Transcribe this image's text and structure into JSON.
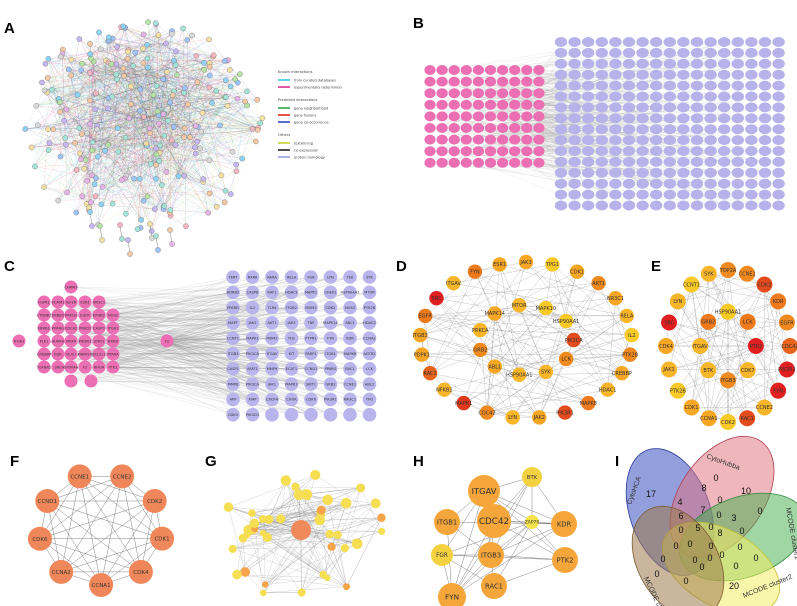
{
  "panels": {
    "A": {
      "label": "A"
    },
    "B": {
      "label": "B"
    },
    "C": {
      "label": "C"
    },
    "D": {
      "label": "D"
    },
    "E": {
      "label": "E"
    },
    "F": {
      "label": "F"
    },
    "G": {
      "label": "G"
    },
    "H": {
      "label": "H"
    },
    "I": {
      "label": "I"
    }
  },
  "legend": {
    "groups": [
      {
        "title": "Known interactions",
        "items": [
          {
            "label": "from curated databases",
            "color": "#35c9d6"
          },
          {
            "label": "experimentally determined",
            "color": "#d6338d"
          }
        ]
      },
      {
        "title": "Predicted interactions",
        "items": [
          {
            "label": "gene neighborhood",
            "color": "#2ba54a"
          },
          {
            "label": "gene fusions",
            "color": "#e02a24"
          },
          {
            "label": "gene co-occurrence",
            "color": "#3048c8"
          }
        ]
      },
      {
        "title": "Others",
        "items": [
          {
            "label": "textmining",
            "color": "#c8d23a"
          },
          {
            "label": "co-expression",
            "color": "#222222"
          },
          {
            "label": "protein homology",
            "color": "#9aa0e0"
          }
        ]
      }
    ]
  },
  "panelC": {
    "pink_nodes": [
      "CHRM3",
      "FGFR1",
      "VCAM1",
      "IGF1R",
      "ESR1",
      "NR3C1",
      "CTNNB1",
      "ERBB2",
      "PRKCB",
      "EGFR",
      "EPHB2",
      "NOS2",
      "NFKB1",
      "PPARG",
      "CDC42",
      "PRKCE",
      "CASP3",
      "ITGA1",
      "PLK1",
      "AURKA",
      "NOX4",
      "PIK3R1",
      "STAT1",
      "RXRB",
      "CREBBP",
      "KDR",
      "PLAU",
      "MAPK14",
      "BCL2L1",
      "PPARA",
      "TGFBR1",
      "SRC",
      "HSP90AA1",
      "F2",
      "RHOA",
      "PTK2"
    ],
    "blue_nodes": [
      "TERT",
      "RXRA",
      "RARA",
      "RELA",
      "FGR",
      "LYN",
      "TEK",
      "SYK",
      "ADRB2",
      "CASP8",
      "RAF1",
      "HDAC1",
      "MAPK1",
      "CHEK1",
      "HSP90AA1",
      "MTOR",
      "PPARD",
      "IL2",
      "TLR4",
      "ITGB2",
      "MDM2",
      "CDK2",
      "NOS3",
      "PTK2B",
      "MAPT",
      "JAK2",
      "AKT1",
      "JAK3",
      "TNF",
      "MAPK14",
      "ABL1",
      "HDAC2",
      "CCNT1",
      "MAPK1",
      "MDM2",
      "TH1",
      "PTPN1",
      "FYN",
      "KDR",
      "CCNA2",
      "ITGB3",
      "PIK3CA",
      "ITGAV",
      "KIT",
      "PARP1",
      "ITGB1",
      "MAPK8",
      "AGTR2",
      "CASP1",
      "AFAT1",
      "MMP9",
      "ECAT1",
      "CCND1",
      "PPARG",
      "RAC1",
      "LCK",
      "MMP8",
      "PIK3CA",
      "JAK1",
      "MAPK3",
      "SIRT1",
      "GRB2",
      "CCNE1",
      "ABL2",
      "APP",
      "XIAP",
      "CXCR4",
      "CHUK",
      "CDK6",
      "PIK3R1",
      "NR3C1",
      "TPO",
      "CDK4",
      "PIK3CG"
    ]
  },
  "panelD": {
    "nodes": [
      {
        "label": "JAK3",
        "color": "#f7a626"
      },
      {
        "label": "TPG1",
        "color": "#f9c926"
      },
      {
        "label": "CDK1",
        "color": "#f5a623"
      },
      {
        "label": "AKT1",
        "color": "#f08a1e"
      },
      {
        "label": "NR3C1",
        "color": "#f5a623"
      },
      {
        "label": "RELA",
        "color": "#f7b52a"
      },
      {
        "label": "IL2",
        "color": "#f9c926"
      },
      {
        "label": "PTK2B",
        "color": "#f08a1e"
      },
      {
        "label": "CREBBP",
        "color": "#f5a623"
      },
      {
        "label": "HDAC1",
        "color": "#f7b52a"
      },
      {
        "label": "MAPK8",
        "color": "#ee7a1c"
      },
      {
        "label": "PIK3R1",
        "color": "#e44b1c"
      },
      {
        "label": "JAK2",
        "color": "#f5a623"
      },
      {
        "label": "LYN",
        "color": "#f7b52a"
      },
      {
        "label": "CDC42",
        "color": "#f08a1e"
      },
      {
        "label": "MAPK1",
        "color": "#e2381c"
      },
      {
        "label": "NFKB1",
        "color": "#f7b52a"
      },
      {
        "label": "RAC1",
        "color": "#e8641d"
      },
      {
        "label": "PDPK1",
        "color": "#f5a623"
      },
      {
        "label": "ITGB3",
        "color": "#f5a623"
      },
      {
        "label": "EGFR",
        "color": "#ee7a1c"
      },
      {
        "label": "SRC",
        "color": "#e02020"
      },
      {
        "label": "ITGAV",
        "color": "#f7b52a"
      },
      {
        "label": "FYN",
        "color": "#ee7a1c"
      },
      {
        "label": "ESR1",
        "color": "#f5a623"
      },
      {
        "label": "PIK3CA",
        "color": "#e44b1c"
      },
      {
        "label": "LCK",
        "color": "#f08a1e"
      },
      {
        "label": "SYK",
        "color": "#f7b52a"
      },
      {
        "label": "HSP90AA1",
        "color": "#f7b52a"
      },
      {
        "label": "ABL1",
        "color": "#f5a623"
      },
      {
        "label": "GRB2",
        "color": "#f08a1e"
      },
      {
        "label": "PRKCA",
        "color": "#f7b52a"
      },
      {
        "label": "MAPK14",
        "color": "#f5a623"
      },
      {
        "label": "MTOR",
        "color": "#f7b52a"
      },
      {
        "label": "MAPK10",
        "color": "#f9c926"
      },
      {
        "label": "HSP90AA1",
        "color": "#f9c926"
      }
    ]
  },
  "panelE": {
    "nodes": [
      {
        "label": "TOP2A",
        "color": "#f08a1e"
      },
      {
        "label": "CCNE1",
        "color": "#f08a1e"
      },
      {
        "label": "CDK2",
        "color": "#e44b1c"
      },
      {
        "label": "KDR",
        "color": "#ee7a1c"
      },
      {
        "label": "EGFR",
        "color": "#f08a1e"
      },
      {
        "label": "CDC42",
        "color": "#e8641d"
      },
      {
        "label": "PIK3R1",
        "color": "#e02020"
      },
      {
        "label": "FYN",
        "color": "#e02020"
      },
      {
        "label": "CCNE2",
        "color": "#f7b52a"
      },
      {
        "label": "RAC1",
        "color": "#e44b1c"
      },
      {
        "label": "CDK2",
        "color": "#f9c926"
      },
      {
        "label": "CCNA1",
        "color": "#f5a623"
      },
      {
        "label": "CDK1",
        "color": "#f5a623"
      },
      {
        "label": "PTK2B",
        "color": "#f9c926"
      },
      {
        "label": "JAK1",
        "color": "#f7b52a"
      },
      {
        "label": "CDK4",
        "color": "#f5a623"
      },
      {
        "label": "SRC",
        "color": "#e02020"
      },
      {
        "label": "LYN",
        "color": "#f7b52a"
      },
      {
        "label": "CCNT1",
        "color": "#f9c926"
      },
      {
        "label": "SYK",
        "color": "#f7b52a"
      },
      {
        "label": "PTK2",
        "color": "#e02020"
      },
      {
        "label": "CDK7",
        "color": "#f7b52a"
      },
      {
        "label": "ITGB3",
        "color": "#f08a1e"
      },
      {
        "label": "BTK",
        "color": "#f7b52a"
      },
      {
        "label": "ITGAV",
        "color": "#f7b52a"
      },
      {
        "label": "GRB2",
        "color": "#ee7a1c"
      },
      {
        "label": "HSP90AA1",
        "color": "#f9c926"
      },
      {
        "label": "LCK",
        "color": "#ee7a1c"
      }
    ]
  },
  "panelF": {
    "nodes": [
      "CCNE1",
      "CCNE2",
      "CDK2",
      "CDK1",
      "CDK4",
      "CCNA1",
      "CCNA2",
      "CDK6",
      "CCND1"
    ]
  },
  "panelH": {
    "nodes": [
      "ITGAV",
      "BTK",
      "ITGB1",
      "CDC42",
      "KDR",
      "ZAP70",
      "FGR",
      "ITGB3",
      "PTK2",
      "FYN",
      "RAC1"
    ]
  },
  "panelI": {
    "sets": [
      "CytoHCA",
      "CytoHubba",
      "MCODE cluster1",
      "MCODE cluster2",
      "MCODE cluster3"
    ],
    "numbers": [
      "17",
      "8",
      "0",
      "10",
      "0",
      "4",
      "0",
      "7",
      "0",
      "6",
      "0",
      "0",
      "5",
      "0",
      "8",
      "3",
      "0",
      "0",
      "0",
      "0",
      "0",
      "0",
      "0",
      "0",
      "0",
      "0",
      "0",
      "0",
      "20",
      "0"
    ]
  }
}
